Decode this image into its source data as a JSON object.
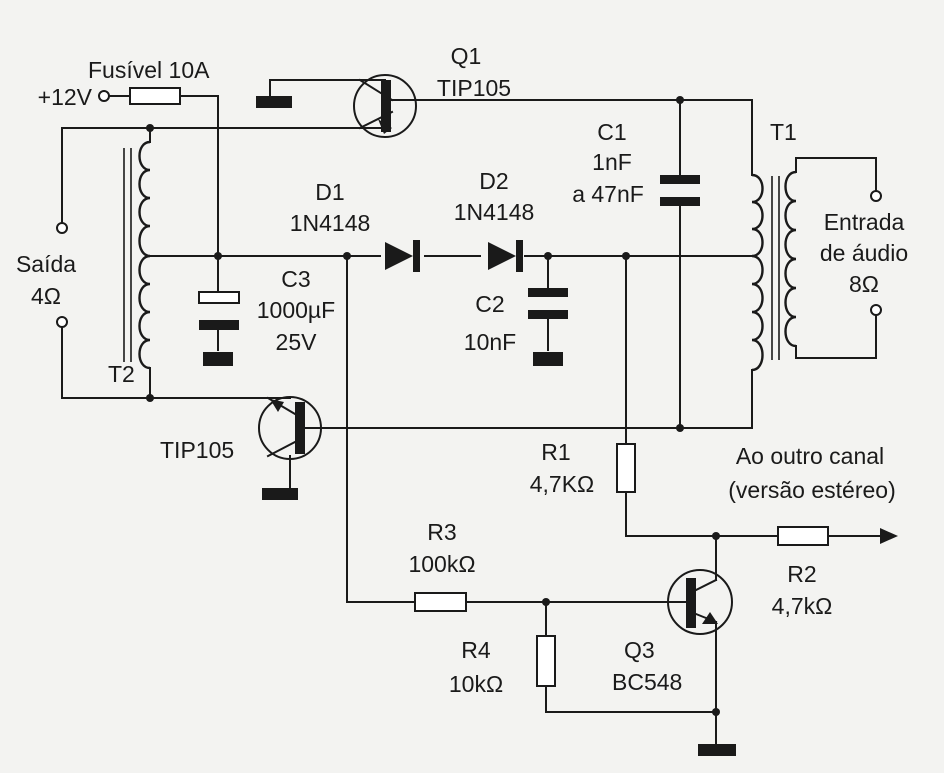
{
  "labels": {
    "supply": "+12V",
    "fuse": "Fusível 10A",
    "q1_name": "Q1",
    "q1_part": "TIP105",
    "q2_part": "TIP105",
    "q3_name": "Q3",
    "q3_part": "BC548",
    "d1_name": "D1",
    "d1_part": "1N4148",
    "d2_name": "D2",
    "d2_part": "1N4148",
    "c1_name": "C1",
    "c1_value_1": "1nF",
    "c1_value_2": "a 47nF",
    "c2_name": "C2",
    "c2_value": "10nF",
    "c3_name": "C3",
    "c3_value_1": "1000µF",
    "c3_value_2": "25V",
    "r1_name": "R1",
    "r1_value": "4,7KΩ",
    "r2_name": "R2",
    "r2_value": "4,7kΩ",
    "r3_name": "R3",
    "r3_value": "100kΩ",
    "r4_name": "R4",
    "r4_value": "10kΩ",
    "t1_name": "T1",
    "t2_name": "T2",
    "output_1": "Saída",
    "output_2": "4Ω",
    "input_1": "Entrada",
    "input_2": "de áudio",
    "input_3": "8Ω",
    "other_channel_1": "Ao outro canal",
    "other_channel_2": "(versão estéreo)"
  }
}
